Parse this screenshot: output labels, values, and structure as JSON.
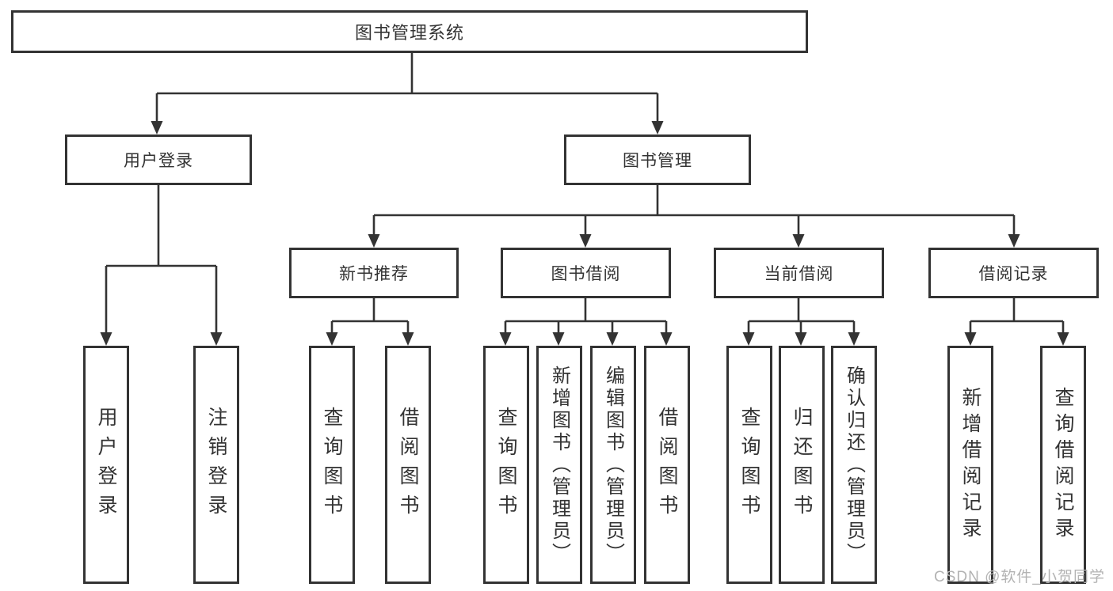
{
  "tree": {
    "root": "图书管理系统",
    "branches": [
      {
        "label": "用户登录",
        "children": [
          "用户登录",
          "注销登录"
        ]
      },
      {
        "label": "图书管理",
        "children": [
          {
            "label": "新书推荐",
            "children": [
              "查询图书",
              "借阅图书"
            ]
          },
          {
            "label": "图书借阅",
            "children": [
              "查询图书",
              "新增图书（管理员）",
              "编辑图书（管理员）",
              "借阅图书"
            ]
          },
          {
            "label": "当前借阅",
            "children": [
              "查询图书",
              "归还图书",
              "确认归还（管理员）"
            ]
          },
          {
            "label": "借阅记录",
            "children": [
              "新增借阅记录",
              "查询借阅记录"
            ]
          }
        ]
      }
    ]
  },
  "watermark": "CSDN @软件_小贺同学",
  "colors": {
    "line": "#333333",
    "text": "#333333",
    "watermark": "#b3b3b3",
    "background": "#ffffff"
  }
}
